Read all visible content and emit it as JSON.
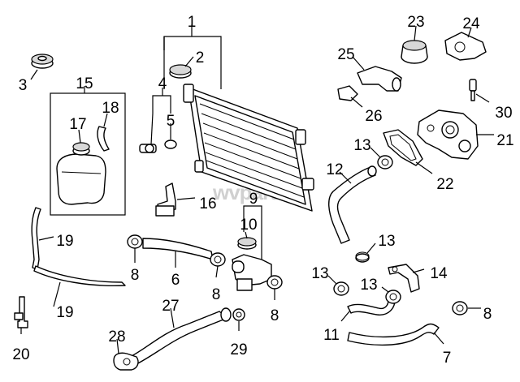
{
  "watermark": "wvparts",
  "callouts": [
    {
      "label": "1"
    },
    {
      "label": "2"
    },
    {
      "label": "3"
    },
    {
      "label": "4"
    },
    {
      "label": "5"
    },
    {
      "label": "6"
    },
    {
      "label": "7"
    },
    {
      "label": "8"
    },
    {
      "label": "8"
    },
    {
      "label": "8"
    },
    {
      "label": "8"
    },
    {
      "label": "9"
    },
    {
      "label": "10"
    },
    {
      "label": "11"
    },
    {
      "label": "12"
    },
    {
      "label": "13"
    },
    {
      "label": "13"
    },
    {
      "label": "13"
    },
    {
      "label": "13"
    },
    {
      "label": "14"
    },
    {
      "label": "15"
    },
    {
      "label": "16"
    },
    {
      "label": "17"
    },
    {
      "label": "18"
    },
    {
      "label": "19"
    },
    {
      "label": "19"
    },
    {
      "label": "20"
    },
    {
      "label": "21"
    },
    {
      "label": "22"
    },
    {
      "label": "23"
    },
    {
      "label": "24"
    },
    {
      "label": "25"
    },
    {
      "label": "26"
    },
    {
      "label": "27"
    },
    {
      "label": "28"
    },
    {
      "label": "29"
    },
    {
      "label": "30"
    }
  ]
}
